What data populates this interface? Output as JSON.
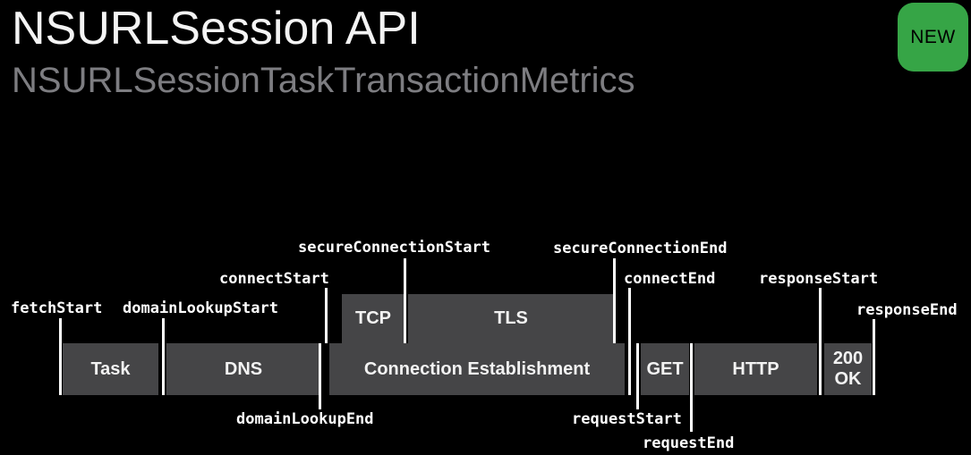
{
  "slide": {
    "title": "NSURLSession API",
    "subtitle": "NSURLSessionTaskTransactionMetrics",
    "badge_label": "NEW"
  },
  "colors": {
    "background": "#000000",
    "title_text": "#f4f4f4",
    "subtitle_text": "#7d7d81",
    "box_fill": "#454547",
    "box_text": "#f2f2f2",
    "marker_line": "#ffffff",
    "marker_text": "#ffffff",
    "badge_fill": "#36a546",
    "badge_text": "#000000"
  },
  "timeline": {
    "phases_main": [
      {
        "label": "Task"
      },
      {
        "label": "DNS"
      },
      {
        "label": "Connection Establishment"
      },
      {
        "label": "GET"
      },
      {
        "label": "HTTP"
      },
      {
        "label": "200 OK",
        "label_lines": [
          "200",
          "OK"
        ]
      }
    ],
    "phases_upper": [
      {
        "label": "TCP"
      },
      {
        "label": "TLS"
      }
    ],
    "markers": [
      {
        "label": "fetchStart"
      },
      {
        "label": "domainLookupStart"
      },
      {
        "label": "domainLookupEnd"
      },
      {
        "label": "connectStart"
      },
      {
        "label": "secureConnectionStart"
      },
      {
        "label": "secureConnectionEnd"
      },
      {
        "label": "connectEnd"
      },
      {
        "label": "requestStart"
      },
      {
        "label": "requestEnd"
      },
      {
        "label": "responseStart"
      },
      {
        "label": "responseEnd"
      }
    ]
  }
}
